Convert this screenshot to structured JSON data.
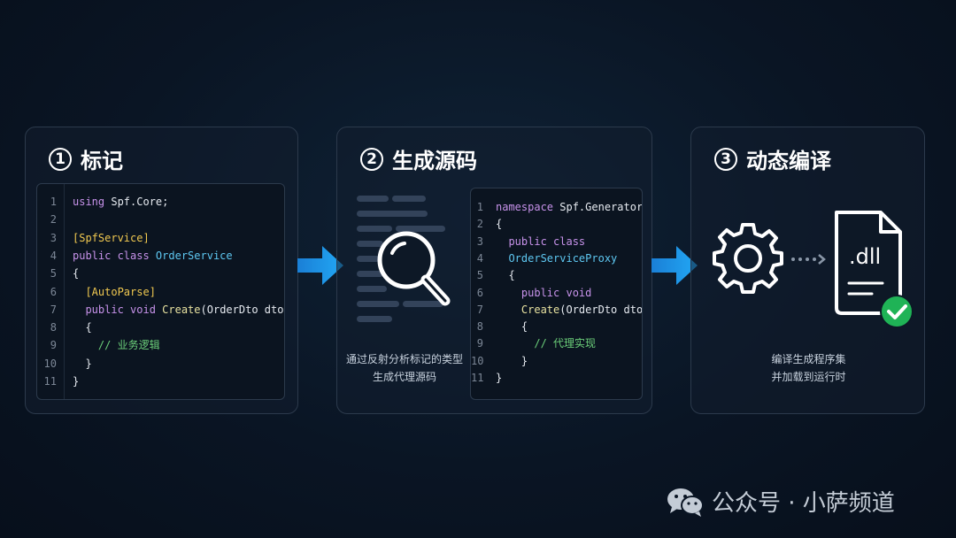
{
  "panels": [
    {
      "number": "1",
      "title": "标记",
      "code": [
        {
          "n": "1",
          "tokens": [
            {
              "t": "using ",
              "c": "kw"
            },
            {
              "t": "Spf.Core;",
              "c": "plain"
            }
          ]
        },
        {
          "n": "2",
          "tokens": []
        },
        {
          "n": "3",
          "tokens": [
            {
              "t": "[SpfService]",
              "c": "attr"
            }
          ]
        },
        {
          "n": "4",
          "tokens": [
            {
              "t": "public class ",
              "c": "kw"
            },
            {
              "t": "OrderService",
              "c": "type"
            }
          ]
        },
        {
          "n": "5",
          "tokens": [
            {
              "t": "{",
              "c": "plain"
            }
          ]
        },
        {
          "n": "6",
          "tokens": [
            {
              "t": "  [AutoParse]",
              "c": "attr"
            }
          ]
        },
        {
          "n": "7",
          "tokens": [
            {
              "t": "  public void ",
              "c": "kw"
            },
            {
              "t": "Create",
              "c": "fn"
            },
            {
              "t": "(OrderDto dto)",
              "c": "plain"
            }
          ]
        },
        {
          "n": "8",
          "tokens": [
            {
              "t": "  {",
              "c": "plain"
            }
          ]
        },
        {
          "n": "9",
          "tokens": [
            {
              "t": "    // 业务逻辑",
              "c": "comment"
            }
          ]
        },
        {
          "n": "10",
          "tokens": [
            {
              "t": "  }",
              "c": "plain"
            }
          ]
        },
        {
          "n": "11",
          "tokens": [
            {
              "t": "}",
              "c": "plain"
            }
          ]
        }
      ]
    },
    {
      "number": "2",
      "title": "生成源码",
      "caption_lines": [
        "通过反射分析标记的类型",
        "生成代理源码"
      ],
      "code": [
        {
          "n": "1",
          "tokens": [
            {
              "t": "namespace ",
              "c": "kw"
            },
            {
              "t": "Spf.Generators",
              "c": "plain"
            }
          ]
        },
        {
          "n": "2",
          "tokens": [
            {
              "t": "{",
              "c": "plain"
            }
          ]
        },
        {
          "n": "3",
          "tokens": [
            {
              "t": "  public class",
              "c": "kw"
            }
          ]
        },
        {
          "n": "4",
          "tokens": [
            {
              "t": "  OrderServiceProxy",
              "c": "type"
            }
          ]
        },
        {
          "n": "5",
          "tokens": [
            {
              "t": "  {",
              "c": "plain"
            }
          ]
        },
        {
          "n": "6",
          "tokens": [
            {
              "t": "    public void",
              "c": "kw"
            }
          ]
        },
        {
          "n": "7",
          "tokens": [
            {
              "t": "    Create",
              "c": "fn"
            },
            {
              "t": "(OrderDto dto)",
              "c": "plain"
            }
          ]
        },
        {
          "n": "8",
          "tokens": [
            {
              "t": "    {",
              "c": "plain"
            }
          ]
        },
        {
          "n": "9",
          "tokens": [
            {
              "t": "      // 代理实现",
              "c": "comment"
            }
          ]
        },
        {
          "n": "10",
          "tokens": [
            {
              "t": "    }",
              "c": "plain"
            }
          ]
        },
        {
          "n": "11",
          "tokens": [
            {
              "t": "}",
              "c": "plain"
            }
          ]
        }
      ]
    },
    {
      "number": "3",
      "title": "动态编译",
      "dll_label": ".dll",
      "caption_lines": [
        "编译生成程序集",
        "并加载到运行时"
      ]
    }
  ],
  "icons": {
    "arrow": "right-arrow-icon",
    "magnifier": "magnifier-icon",
    "gear": "gear-icon",
    "file": "dll-file-icon",
    "check": "check-icon",
    "wechat": "wechat-icon"
  },
  "colors": {
    "accent_blue": "#1e9bf0",
    "check_green": "#1fb356",
    "keyword": "#c792ea",
    "type": "#5ec8f2",
    "attribute": "#f0c850",
    "comment": "#6cd07a"
  },
  "footer": {
    "channel": "公众号 · 小萨频道"
  }
}
